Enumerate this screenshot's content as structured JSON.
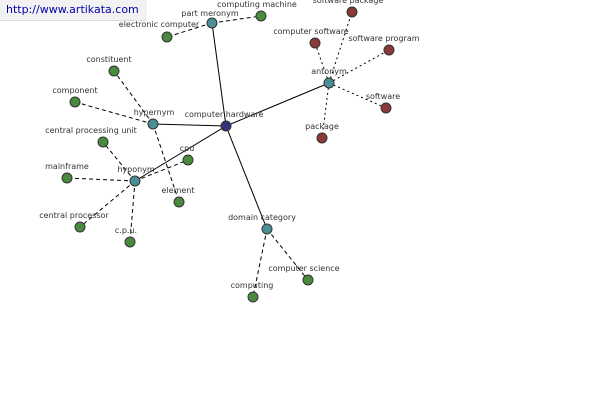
{
  "watermark": {
    "url": "http://www.artikata.com"
  },
  "colors": {
    "center": "#34347a",
    "relation": "#4a8e98",
    "term_green": "#4a8a3e",
    "term_red": "#8a3838"
  },
  "graph": {
    "nodes": [
      {
        "id": "computer-hardware",
        "label": "computer hardware",
        "kind": "center"
      },
      {
        "id": "part-meronym",
        "label": "part meronym",
        "kind": "relation"
      },
      {
        "id": "antonym",
        "label": "antonym",
        "kind": "relation"
      },
      {
        "id": "hypernym",
        "label": "hypernym",
        "kind": "relation"
      },
      {
        "id": "hyponym",
        "label": "hyponym",
        "kind": "relation"
      },
      {
        "id": "domain-category",
        "label": "domain category",
        "kind": "relation"
      },
      {
        "id": "electronic-computer",
        "label": "electronic computer",
        "kind": "term_green"
      },
      {
        "id": "computing-machine",
        "label": "computing machine",
        "kind": "term_green"
      },
      {
        "id": "software-package",
        "label": "software package",
        "kind": "term_red"
      },
      {
        "id": "computer-software",
        "label": "computer software",
        "kind": "term_red"
      },
      {
        "id": "software-program",
        "label": "software program",
        "kind": "term_red"
      },
      {
        "id": "software",
        "label": "software",
        "kind": "term_red"
      },
      {
        "id": "package",
        "label": "package",
        "kind": "term_red"
      },
      {
        "id": "constituent",
        "label": "constituent",
        "kind": "term_green"
      },
      {
        "id": "component",
        "label": "component",
        "kind": "term_green"
      },
      {
        "id": "central-processing-unit",
        "label": "central processing unit",
        "kind": "term_green"
      },
      {
        "id": "cpu",
        "label": "cpu",
        "kind": "term_green"
      },
      {
        "id": "mainframe",
        "label": "mainframe",
        "kind": "term_green"
      },
      {
        "id": "element",
        "label": "element",
        "kind": "term_green"
      },
      {
        "id": "central-processor",
        "label": "central processor",
        "kind": "term_green"
      },
      {
        "id": "cpu-dotted",
        "label": "c.p.u.",
        "kind": "term_green"
      },
      {
        "id": "computing",
        "label": "computing",
        "kind": "term_green"
      },
      {
        "id": "computer-science",
        "label": "computer science",
        "kind": "term_green"
      }
    ],
    "edges": [
      {
        "from": "computer-hardware",
        "to": "part-meronym",
        "style": "solid"
      },
      {
        "from": "computer-hardware",
        "to": "antonym",
        "style": "solid"
      },
      {
        "from": "computer-hardware",
        "to": "hypernym",
        "style": "solid"
      },
      {
        "from": "computer-hardware",
        "to": "hyponym",
        "style": "solid"
      },
      {
        "from": "computer-hardware",
        "to": "domain-category",
        "style": "solid"
      },
      {
        "from": "part-meronym",
        "to": "electronic-computer",
        "style": "dashed"
      },
      {
        "from": "part-meronym",
        "to": "computing-machine",
        "style": "dashed"
      },
      {
        "from": "antonym",
        "to": "software-package",
        "style": "dotted"
      },
      {
        "from": "antonym",
        "to": "computer-software",
        "style": "dotted"
      },
      {
        "from": "antonym",
        "to": "software-program",
        "style": "dotted"
      },
      {
        "from": "antonym",
        "to": "software",
        "style": "dotted"
      },
      {
        "from": "antonym",
        "to": "package",
        "style": "dotted"
      },
      {
        "from": "hypernym",
        "to": "constituent",
        "style": "dashed"
      },
      {
        "from": "hypernym",
        "to": "component",
        "style": "dashed"
      },
      {
        "from": "hypernym",
        "to": "element",
        "style": "dashed"
      },
      {
        "from": "hyponym",
        "to": "central-processing-unit",
        "style": "dashed"
      },
      {
        "from": "hyponym",
        "to": "cpu",
        "style": "dashed"
      },
      {
        "from": "hyponym",
        "to": "mainframe",
        "style": "dashed"
      },
      {
        "from": "hyponym",
        "to": "central-processor",
        "style": "dashed"
      },
      {
        "from": "hyponym",
        "to": "cpu-dotted",
        "style": "dashed"
      },
      {
        "from": "domain-category",
        "to": "computing",
        "style": "dashed"
      },
      {
        "from": "domain-category",
        "to": "computer-science",
        "style": "dashed"
      }
    ]
  }
}
